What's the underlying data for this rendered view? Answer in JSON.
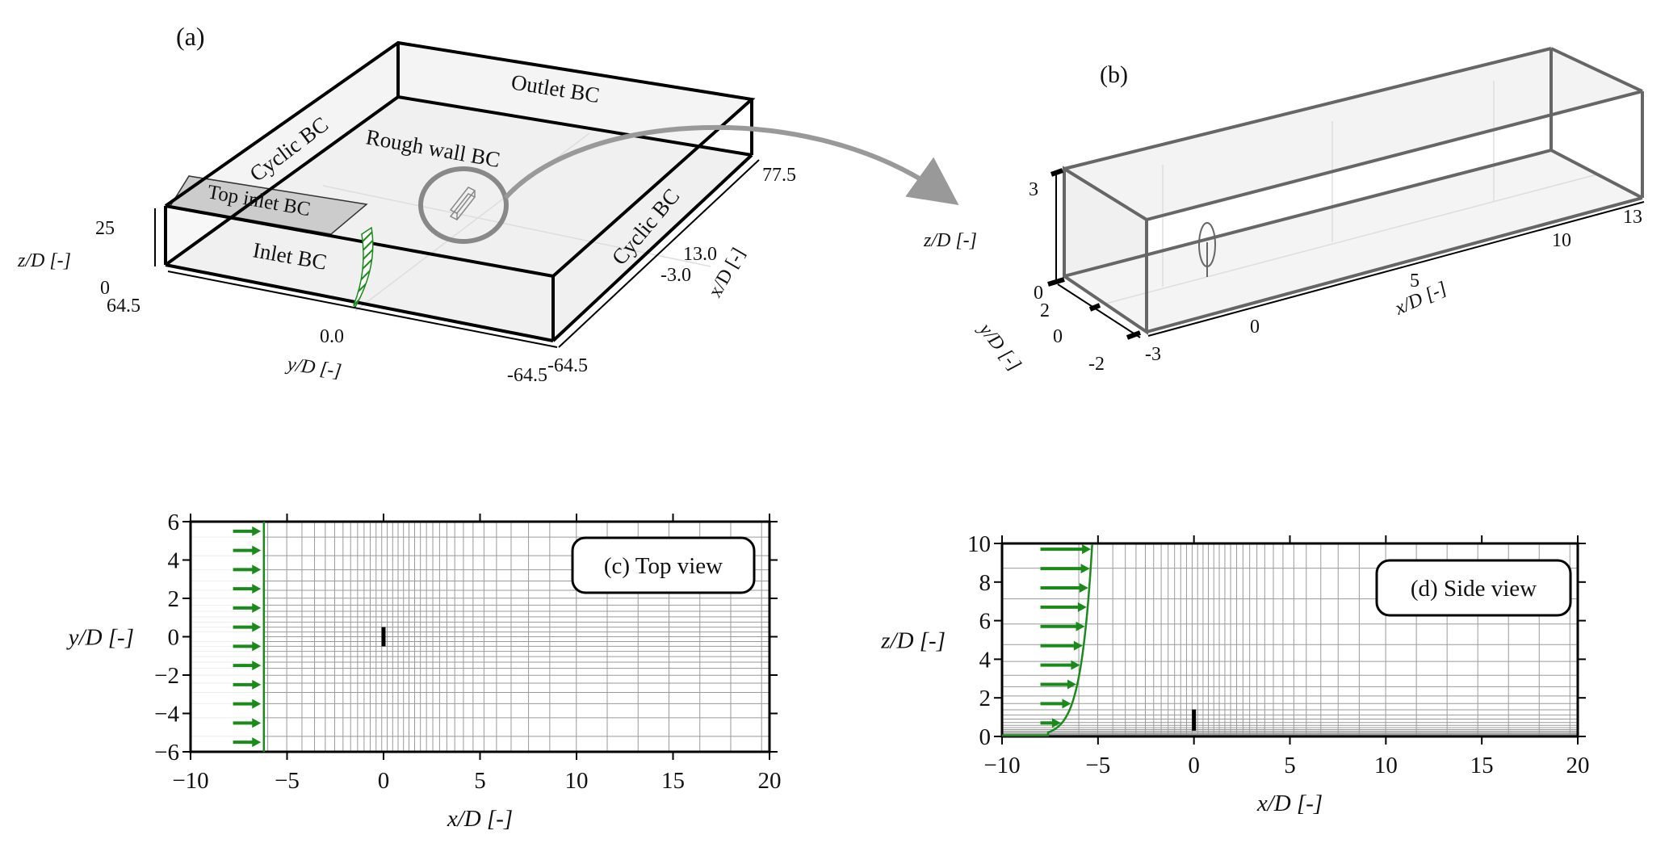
{
  "panel_a": {
    "label": "(a)",
    "outlet": "Outlet BC",
    "cyclic_left": "Cyclic BC",
    "cyclic_right": "Cyclic BC",
    "rough_wall": "Rough wall BC",
    "top_inlet": "Top inlet BC",
    "inlet": "Inlet BC",
    "x_ticks": [
      "77.5",
      "13.0",
      "-3.0",
      "-64.5"
    ],
    "y_ticks": [
      "64.5",
      "0.0",
      "-64.5"
    ],
    "z_ticks": [
      "25",
      "0"
    ],
    "x_label": "x/D [-]",
    "y_label": "y/D [-]",
    "z_label": "z/D [-]",
    "colors": {
      "edges": "#000000",
      "top_inlet_fill": "#cccccc",
      "profile": "#1a8a1a",
      "zoom_circle": "#888888"
    }
  },
  "panel_b": {
    "label": "(b)",
    "x_ticks": [
      "-3",
      "0",
      "5",
      "10",
      "13"
    ],
    "y_ticks": [
      "2",
      "0",
      "-2"
    ],
    "z_ticks": [
      "3",
      "0"
    ],
    "x_label": "x/D [-]",
    "y_label": "y/D [-]",
    "z_label": "z/D [-]",
    "colors": {
      "edges": "#666666"
    }
  },
  "chart_data": [
    {
      "type": "line",
      "title": "(c) Top view",
      "xlabel": "x/D [-]",
      "ylabel": "y/D [-]",
      "xlim": [
        -10,
        20
      ],
      "ylim": [
        -6,
        6
      ],
      "xticks": [
        "−10",
        "−5",
        "0",
        "5",
        "10",
        "15",
        "20"
      ],
      "xtick_values": [
        -10,
        -5,
        0,
        5,
        10,
        15,
        20
      ],
      "yticks": [
        "−6",
        "−4",
        "−2",
        "0",
        "2",
        "4",
        "6"
      ],
      "ytick_values": [
        -6,
        -4,
        -2,
        0,
        2,
        4,
        6
      ],
      "grid": true,
      "legend_placement": "top-right",
      "inlet_x": -6.2,
      "arrow_start_x": -7.8,
      "arrow_y": [
        -5.5,
        -4.5,
        -3.5,
        -2.5,
        -1.5,
        -0.5,
        0.5,
        1.5,
        2.5,
        3.5,
        4.5,
        5.5
      ],
      "obstacle": {
        "x": 0,
        "y": [
          -0.5,
          0.5
        ]
      },
      "colors": {
        "inlet": "#1a8a1a",
        "grid": "#9a9a9a"
      }
    },
    {
      "type": "line",
      "title": "(d) Side view",
      "xlabel": "x/D  [-]",
      "ylabel": "z/D  [-]",
      "xlim": [
        -10,
        20
      ],
      "ylim": [
        0,
        10
      ],
      "xticks": [
        "−10",
        "−5",
        "0",
        "5",
        "10",
        "15",
        "20"
      ],
      "xtick_values": [
        -10,
        -5,
        0,
        5,
        10,
        15,
        20
      ],
      "yticks": [
        "0",
        "2",
        "4",
        "6",
        "8",
        "10"
      ],
      "ytick_values": [
        0,
        2,
        4,
        6,
        8,
        10
      ],
      "grid": true,
      "legend_placement": "top-right",
      "arrow_start_x": -8,
      "arrow_z": [
        0.7,
        1.7,
        2.7,
        3.7,
        4.7,
        5.7,
        6.7,
        7.7,
        8.7,
        9.7
      ],
      "profile": {
        "z0": 0.107,
        "x_base": -8,
        "x_top": -5.3,
        "z_top": 10
      },
      "obstacle": {
        "x": 0,
        "z": [
          0.3,
          1.4
        ]
      },
      "colors": {
        "inlet": "#1a8a1a",
        "grid": "#9a9a9a"
      }
    }
  ]
}
